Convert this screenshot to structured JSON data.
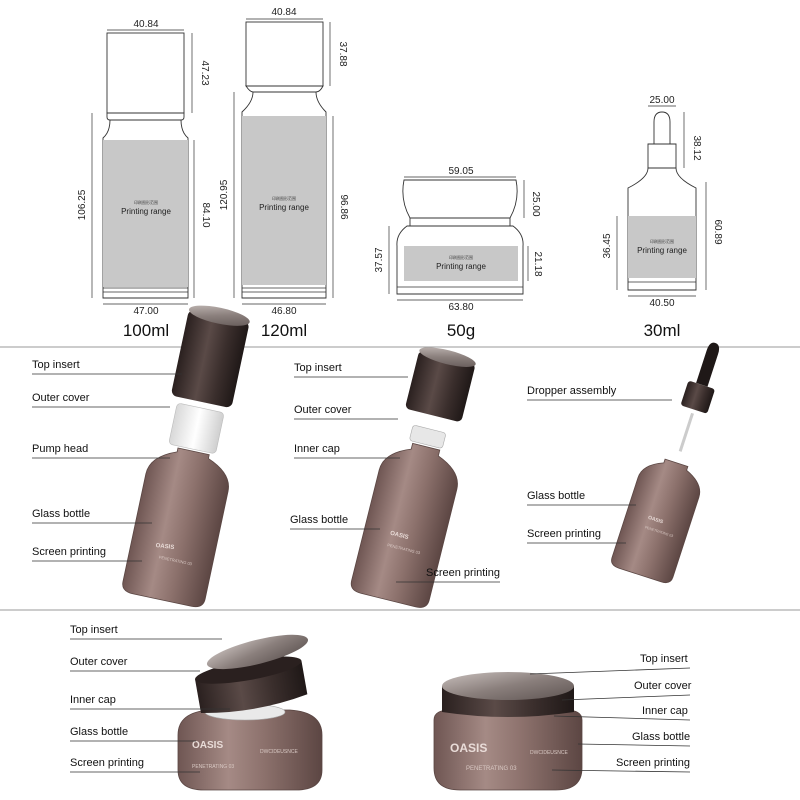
{
  "top": {
    "products": [
      {
        "dims": {
          "cap_width": "40.84",
          "cap_height": "47.23",
          "total_height": "106.25",
          "print_height": "84.10",
          "base_width": "47.00"
        },
        "printing_range": "Printing range",
        "print_subtext": "印刷图形范围",
        "capacity": "100ml"
      },
      {
        "dims": {
          "cap_width": "40.84",
          "cap_height": "37.88",
          "total_height": "120.95",
          "print_height": "96.86",
          "base_width": "46.80"
        },
        "printing_range": "Printing range",
        "print_subtext": "印刷图形范围",
        "capacity": "120ml"
      },
      {
        "dims": {
          "cap_width": "59.05",
          "cap_height": "25.00",
          "total_height": "37.57",
          "print_height": "21.18",
          "base_width": "63.80"
        },
        "printing_range": "Printing range",
        "print_subtext": "印刷图形范围",
        "capacity": "50g"
      },
      {
        "dims": {
          "cap_width": "25.00",
          "cap_height": "38.12",
          "total_height": "36.45",
          "print_height": "60.89",
          "base_width": "40.50"
        },
        "printing_range": "Printing range",
        "print_subtext": "印刷图形范围",
        "capacity": "30ml"
      }
    ]
  },
  "middle": {
    "pump_bottle": {
      "labels": [
        "Top insert",
        "Outer cover",
        "Pump head",
        "Glass bottle",
        "Screen printing"
      ]
    },
    "cap_bottle": {
      "labels": [
        "Top insert",
        "Outer cover",
        "Inner cap",
        "Glass bottle",
        "Screen printing"
      ]
    },
    "dropper_bottle": {
      "labels": [
        "Dropper assembly",
        "Glass bottle",
        "Screen printing"
      ]
    }
  },
  "bottom": {
    "jar_exploded": {
      "labels": [
        "Top insert",
        "Outer cover",
        "Inner cap",
        "Glass bottle",
        "Screen printing"
      ]
    },
    "jar_assembled": {
      "labels": [
        "Top insert",
        "Outer cover",
        "Inner cap",
        "Glass bottle",
        "Screen printing"
      ]
    }
  },
  "product_print": {
    "brand": "OASIS",
    "product_name": "PENETRATING 03",
    "sub_label": "DWCIDEUSNCE"
  },
  "colors": {
    "glass": "#8a6e6a",
    "cap_dark": "#3a2e2c",
    "metal_top": "#9a8f8c",
    "print_zone": "#c8c8c8",
    "divider": "#9a9a9a"
  }
}
